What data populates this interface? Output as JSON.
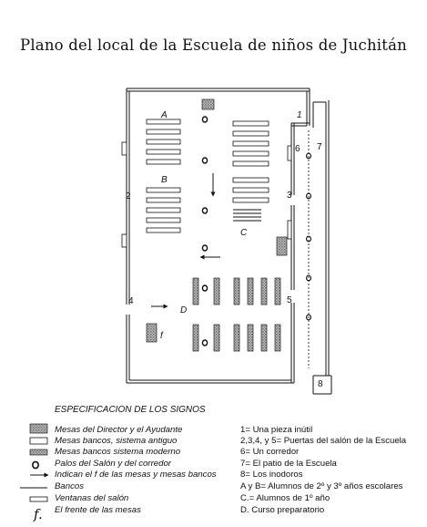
{
  "title": "Plano del local de la Escuela de niños de Juchitán",
  "plan": {
    "section_labels": [
      "A",
      "B",
      "C",
      "D"
    ],
    "f_label": "f",
    "doors": {
      "d1": "1",
      "d2": "2",
      "d3": "3",
      "d4": "4",
      "d5": "5",
      "d6": "6",
      "d7": "7",
      "d8": "8"
    },
    "pole_glyph": "o"
  },
  "legend": {
    "heading": "ESPECIFICACION DE LOS SIGNOS",
    "left_items": [
      "Mesas del Director y el Ayudante",
      "Mesas bancos, sistema antiguo",
      "Mesas bancos sistema moderno",
      "Palos del Salón y del corredor",
      "Indican el f de las mesas y mesas bancos",
      "Bancos",
      "Ventanas del salón",
      "El frente de las mesas"
    ],
    "f_symbol": "f.",
    "right_items": [
      "1= Una pieza inútil",
      "2,3,4, y 5= Puertas del salón de la Escuela",
      "6= Un corredor",
      "7= El patio de la Escuela",
      "8= Los inodoros",
      "A y B= Alumnos de 2º y 3º  años escolares",
      "C.= Alumnos de 1º año",
      "D. Curso preparatorio"
    ]
  }
}
